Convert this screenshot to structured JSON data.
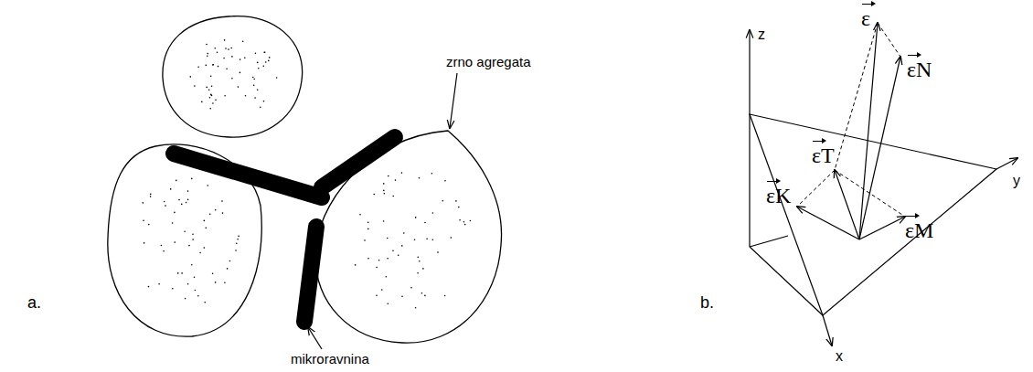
{
  "diagram": {
    "labels": [
      "a.",
      "zrno agregata",
      "mikroravnina",
      "b.",
      "z",
      "y",
      "x",
      "ε",
      "εN",
      "εT",
      "εK",
      "εM"
    ]
  }
}
